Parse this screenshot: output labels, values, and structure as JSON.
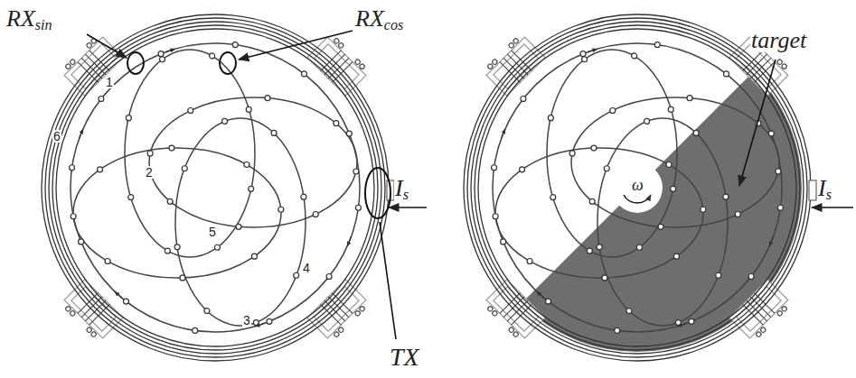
{
  "diagram": {
    "labels": [
      "RXsin",
      "RXcos",
      "1",
      "6",
      "2",
      "Is",
      "5",
      "4",
      "3",
      "TX",
      "target",
      "ω",
      "Is"
    ]
  }
}
